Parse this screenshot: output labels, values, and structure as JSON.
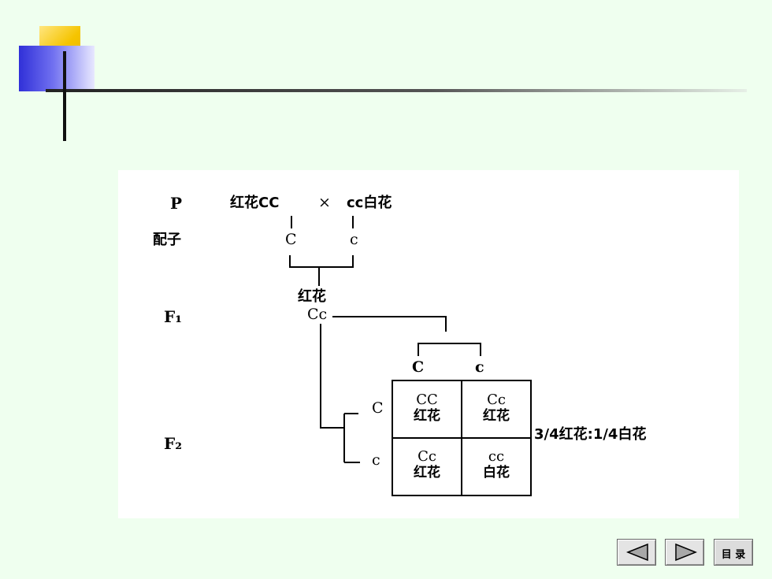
{
  "cross": {
    "p_label": "P",
    "gamete_label": "配子",
    "f1_label": "F₁",
    "f2_label": "F₂",
    "parent_left": "红花CC",
    "cross_sign": "×",
    "parent_right": "cc白花",
    "gamete_left": "C",
    "gamete_right": "c",
    "f1_phenotype": "红花",
    "f1_genotype": "Cc",
    "f2_top_left": "C",
    "f2_top_right": "c",
    "f2_side_top": "C",
    "f2_side_bottom": "c",
    "ratio": "3/4红花:1/4白花"
  },
  "punnett": [
    {
      "genotype": "CC",
      "phenotype": "红花"
    },
    {
      "genotype": "Cc",
      "phenotype": "红花"
    },
    {
      "genotype": "Cc",
      "phenotype": "红花"
    },
    {
      "genotype": "cc",
      "phenotype": "白花"
    }
  ],
  "nav": {
    "prev_icon": "triangle-left-icon",
    "next_icon": "triangle-right-icon",
    "menu_label": "目 录"
  }
}
